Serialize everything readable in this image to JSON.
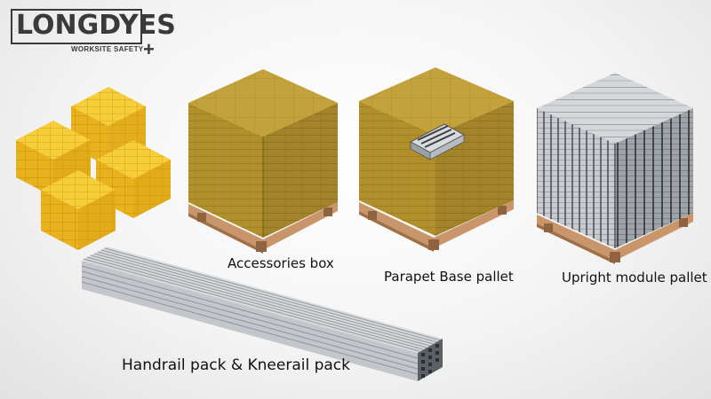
{
  "logo": {
    "name": "LONGDYES",
    "tagline": "WORKSITE SAFETY",
    "plus": "+"
  },
  "products": [
    {
      "label": "Accessories box"
    },
    {
      "label": "Parapet Base pallet"
    },
    {
      "label": "Upright module pallet"
    },
    {
      "label": "Handrail pack & Kneerail pack"
    }
  ],
  "colors": {
    "crate_yellow": "#f2c12e",
    "box_olive": "#b8962f",
    "pallet_wood": "#c9956a",
    "metal": "#b9bdc2",
    "logo": "#3a3a3a"
  }
}
